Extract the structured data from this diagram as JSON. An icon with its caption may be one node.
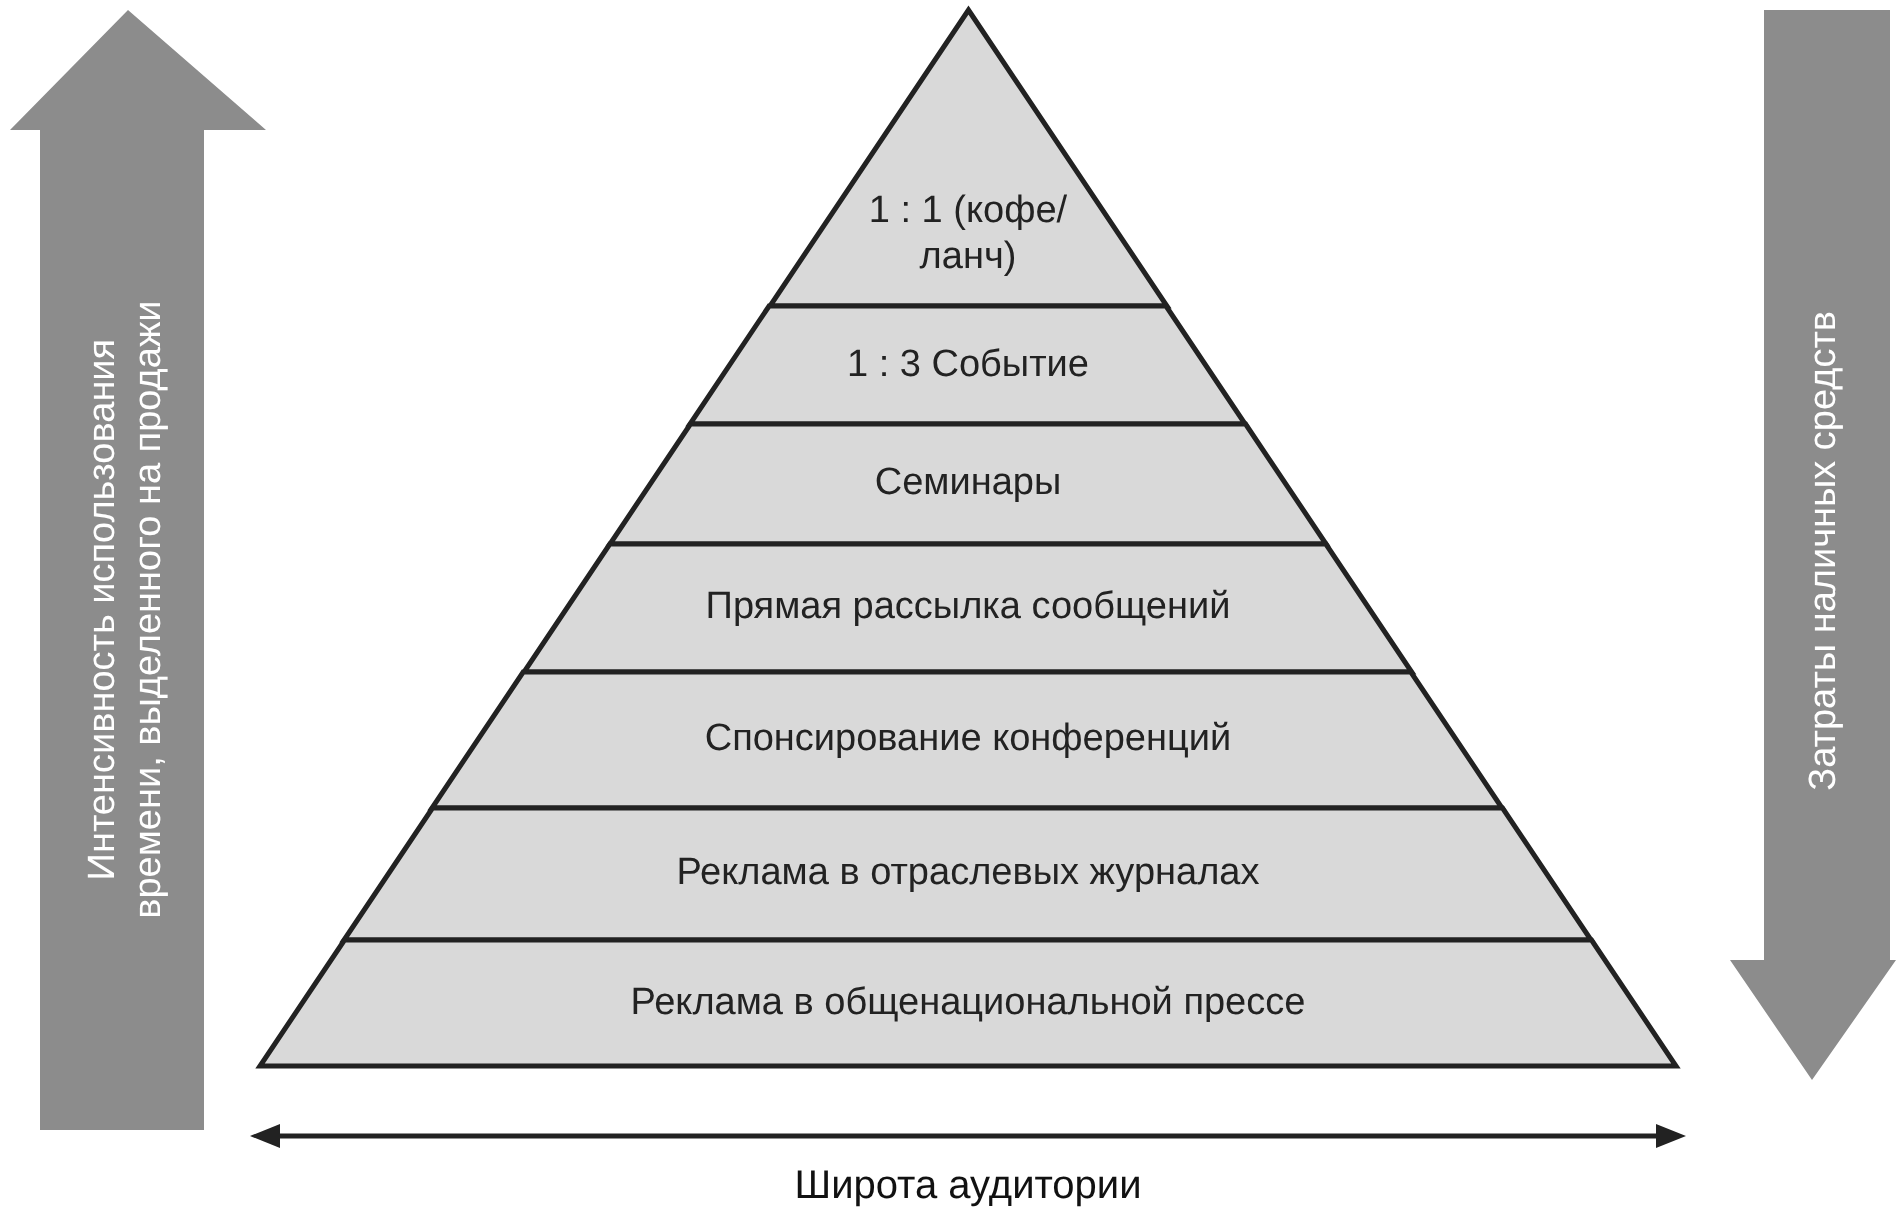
{
  "diagram": {
    "nodes": [
      {
        "text": [
          "1 : 1 (кофе/ланч)"
        ]
      },
      {
        "text": [
          "1 : 3 Событие"
        ]
      },
      {
        "text": [
          "Семинары"
        ]
      },
      {
        "text": [
          "Прямая рассылка сообщений"
        ]
      },
      {
        "text": [
          "Спонсирование конференций"
        ]
      },
      {
        "text": [
          "Реклама в отраслевых журналах"
        ]
      },
      {
        "text": [
          "Реклама в общенациональной прессе"
        ]
      },
      {
        "text": [
          "Интенсивность использования времени, выделенного на продажи"
        ]
      },
      {
        "text": [
          "Затраты наличных средств"
        ]
      }
    ],
    "labels": [
      "Широта аудитории"
    ]
  }
}
